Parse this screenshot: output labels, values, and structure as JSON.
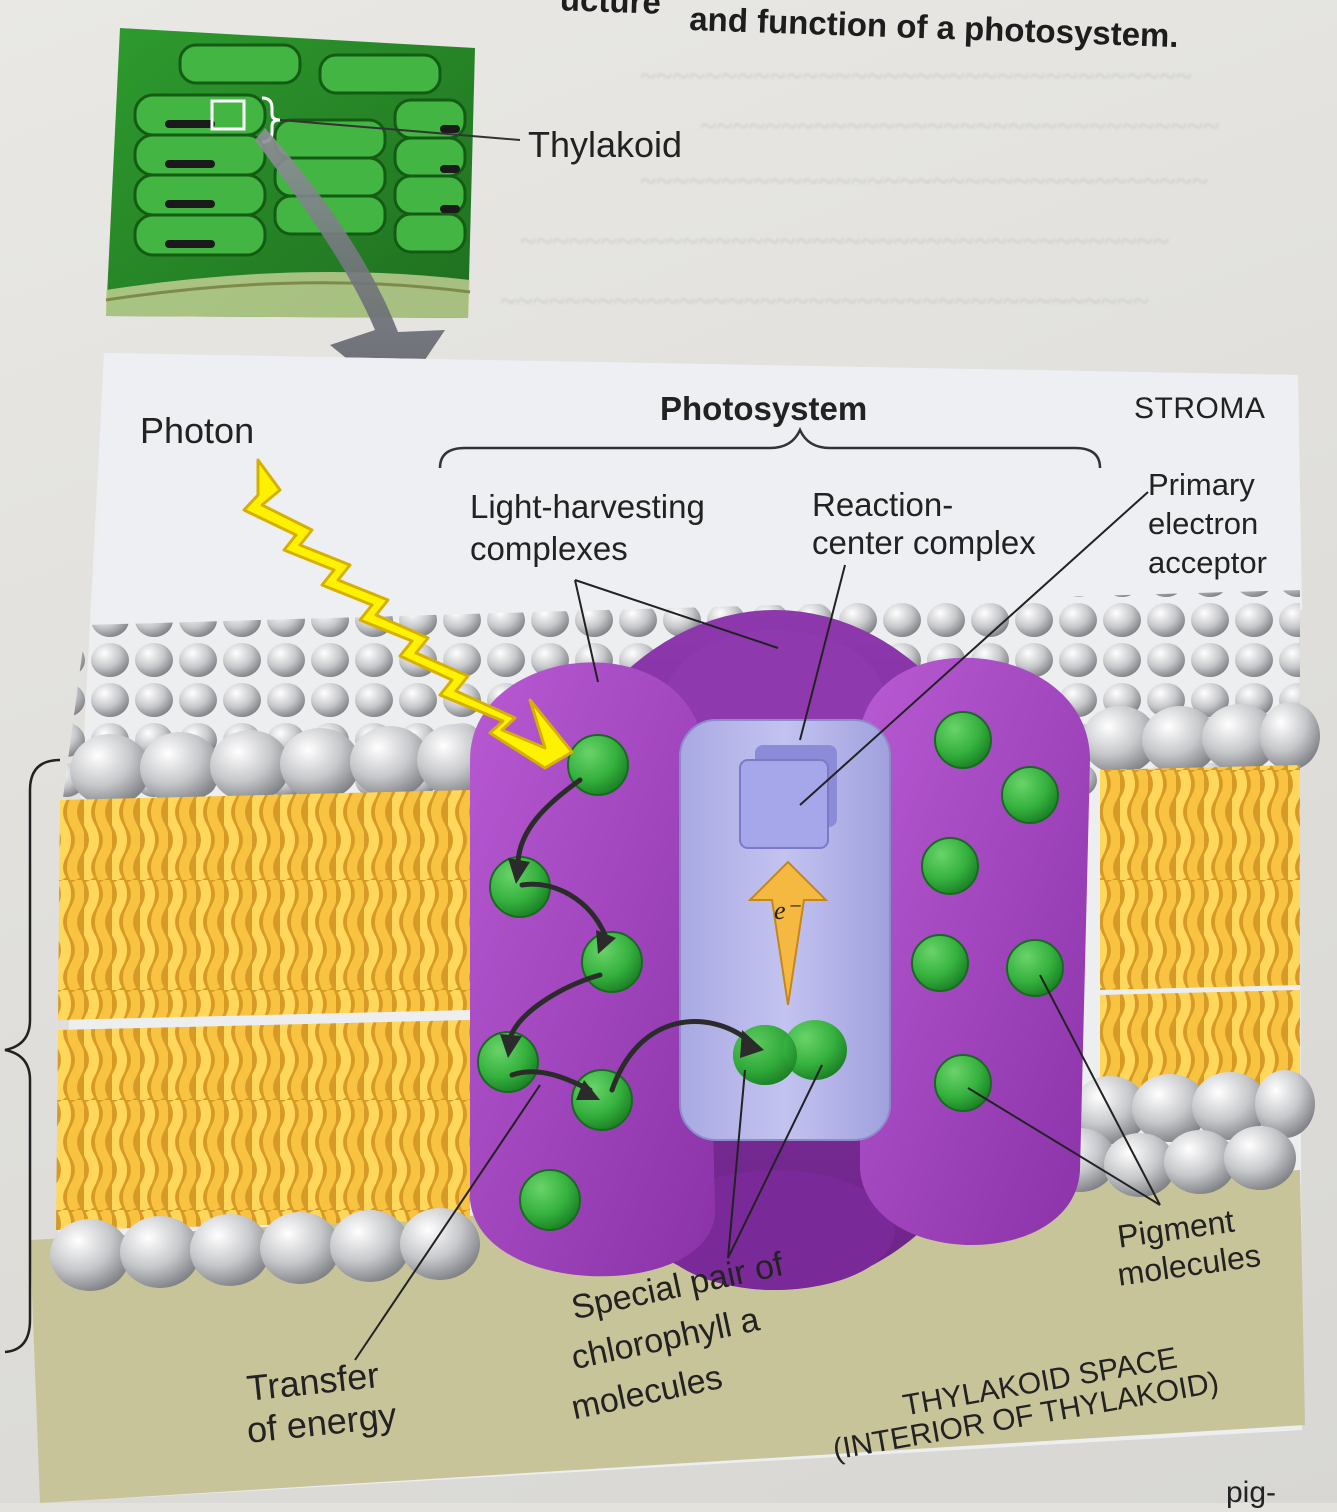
{
  "caption": {
    "fragment": "ucture",
    "text": "and function of a photosystem."
  },
  "inset": {
    "thylakoid_label": "Thylakoid"
  },
  "diagram": {
    "photon_label": "Photon",
    "photosystem_label": "Photosystem",
    "stroma_label": "STROMA",
    "light_harvesting_label": [
      "Light-harvesting",
      "complexes"
    ],
    "reaction_center_label": [
      "Reaction-",
      "center complex"
    ],
    "primary_acceptor_label": [
      "Primary",
      "electron",
      "acceptor"
    ],
    "electron_label": "e⁻",
    "transfer_label": [
      "Transfer",
      "of energy"
    ],
    "special_pair_label": [
      "Special pair of",
      "chlorophyll a",
      "molecules"
    ],
    "pigment_label": [
      "Pigment",
      "molecules"
    ],
    "thylakoid_space_label": [
      "THYLAKOID SPACE",
      "(INTERIOR OF THYLAKOID)"
    ]
  },
  "page_corner_text": "pig-",
  "colors": {
    "membrane_head": "#c9cacc",
    "membrane_tail": "#f4c23f",
    "protein_purple": "#a24bc0",
    "reaction_center": "#b5b5ea",
    "pigment_green": "#3bb54a",
    "photon_yellow": "#fff200",
    "electron_arrow": "#f5b840",
    "thylakoid_space": "#c2bf92"
  }
}
